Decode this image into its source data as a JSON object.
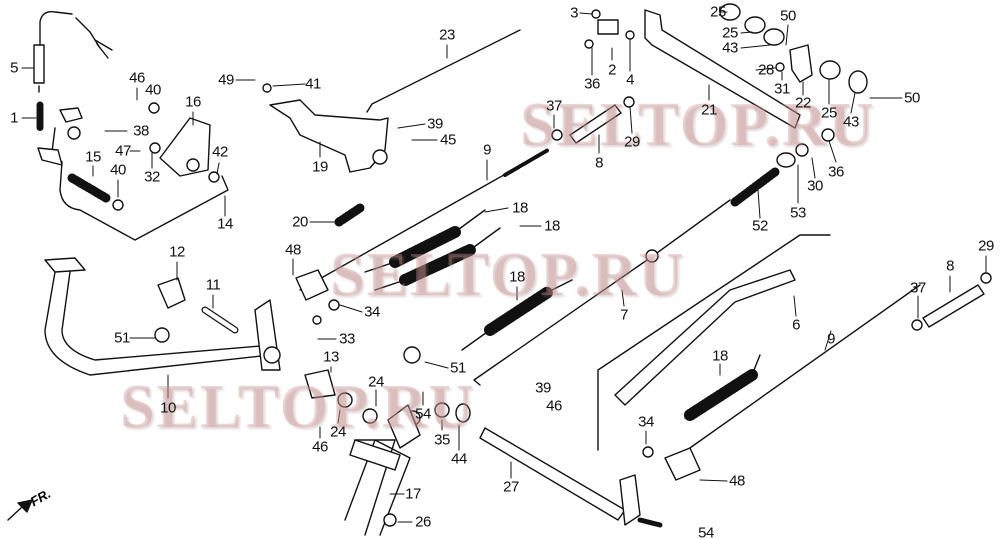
{
  "diagram": {
    "watermarks": [
      "SELTOP.RU",
      "SELTOP.RU",
      "SELTOP.RU"
    ],
    "direction_label": "FR.",
    "callouts": [
      {
        "num": "5"
      },
      {
        "num": "1"
      },
      {
        "num": "46"
      },
      {
        "num": "40"
      },
      {
        "num": "38"
      },
      {
        "num": "16"
      },
      {
        "num": "47"
      },
      {
        "num": "32"
      },
      {
        "num": "42"
      },
      {
        "num": "15"
      },
      {
        "num": "40"
      },
      {
        "num": "14"
      },
      {
        "num": "12"
      },
      {
        "num": "11"
      },
      {
        "num": "51"
      },
      {
        "num": "10"
      },
      {
        "num": "49"
      },
      {
        "num": "41"
      },
      {
        "num": "23"
      },
      {
        "num": "19"
      },
      {
        "num": "39"
      },
      {
        "num": "45"
      },
      {
        "num": "9"
      },
      {
        "num": "20"
      },
      {
        "num": "18"
      },
      {
        "num": "18"
      },
      {
        "num": "48"
      },
      {
        "num": "34"
      },
      {
        "num": "33"
      },
      {
        "num": "13"
      },
      {
        "num": "18"
      },
      {
        "num": "7"
      },
      {
        "num": "51"
      },
      {
        "num": "24"
      },
      {
        "num": "24"
      },
      {
        "num": "46"
      },
      {
        "num": "54"
      },
      {
        "num": "35"
      },
      {
        "num": "44"
      },
      {
        "num": "39"
      },
      {
        "num": "46"
      },
      {
        "num": "27"
      },
      {
        "num": "17"
      },
      {
        "num": "26"
      },
      {
        "num": "54"
      },
      {
        "num": "3"
      },
      {
        "num": "2"
      },
      {
        "num": "4"
      },
      {
        "num": "36"
      },
      {
        "num": "37"
      },
      {
        "num": "8"
      },
      {
        "num": "29"
      },
      {
        "num": "21"
      },
      {
        "num": "25"
      },
      {
        "num": "25"
      },
      {
        "num": "43"
      },
      {
        "num": "50"
      },
      {
        "num": "28"
      },
      {
        "num": "31"
      },
      {
        "num": "22"
      },
      {
        "num": "25"
      },
      {
        "num": "43"
      },
      {
        "num": "50"
      },
      {
        "num": "36"
      },
      {
        "num": "30"
      },
      {
        "num": "53"
      },
      {
        "num": "52"
      },
      {
        "num": "6"
      },
      {
        "num": "9"
      },
      {
        "num": "18"
      },
      {
        "num": "34"
      },
      {
        "num": "48"
      },
      {
        "num": "8"
      },
      {
        "num": "29"
      },
      {
        "num": "37"
      }
    ]
  }
}
